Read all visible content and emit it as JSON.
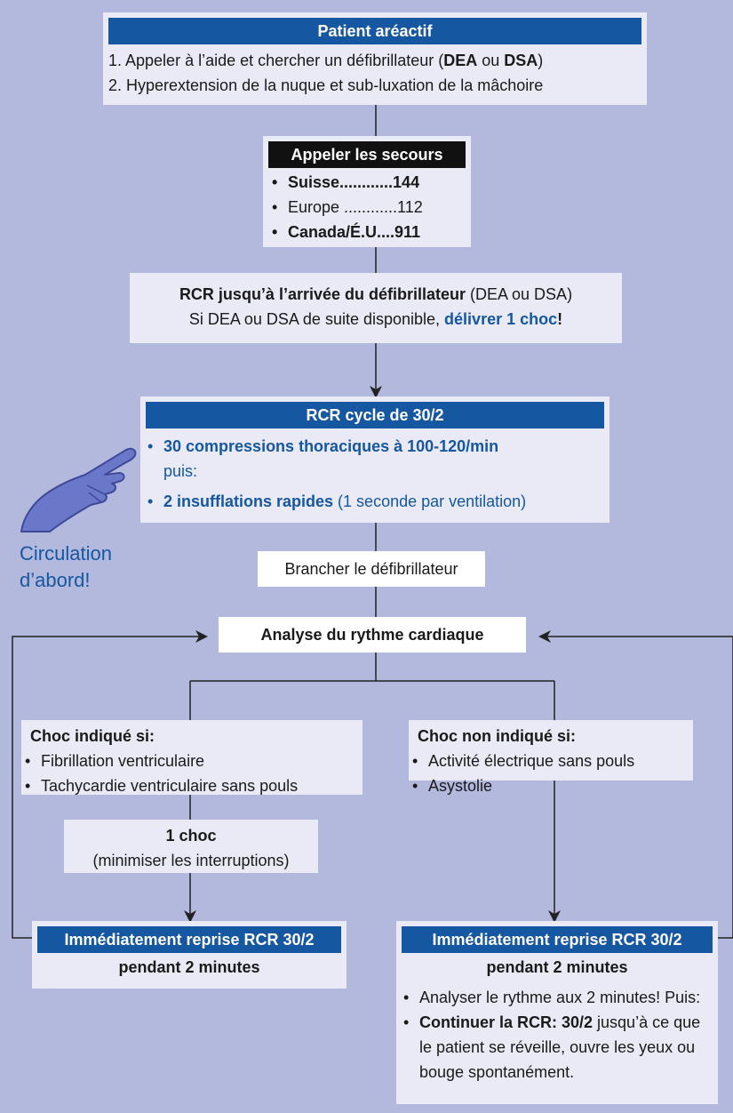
{
  "patient": {
    "title": "Patient aréactif",
    "step1_pre": "1. Appeler à l’aide et chercher un défibrillateur (",
    "step1_b1": "DEA",
    "step1_mid": " ou ",
    "step1_b2": "DSA",
    "step1_post": ")",
    "step2": "2. Hyperextension de la nuque et sub-luxation de la mâchoire"
  },
  "secours": {
    "title": "Appeler les secours",
    "items": [
      {
        "label": "Suisse............144",
        "bold": true
      },
      {
        "label": "Europe ............112",
        "bold": false
      },
      {
        "label": "Canada/É.U....911",
        "bold": true
      }
    ]
  },
  "rcr_until": {
    "line1_bold": "RCR jusqu’à l’arrivée du défibrillateur",
    "line1_rest": " (DEA ou DSA)",
    "line2_pre": "Si DEA ou DSA de suite disponible, ",
    "line2_blue": "délivrer 1 choc",
    "line2_post": "!"
  },
  "cycle": {
    "title": "RCR cycle de 30/2",
    "compressions": "30 compressions thoraciques à 100-120/min",
    "puis": "puis:",
    "insufflations_b": "2 insufflations rapides",
    "insufflations_rest": " (1 seconde par ventilation)"
  },
  "circulation": {
    "line1": "Circulation",
    "line2": "d’abord!"
  },
  "brancher": "Brancher le défibrillateur",
  "analyse": "Analyse du rythme cardiaque",
  "choc_indique": {
    "title": "Choc indiqué si:",
    "items": [
      "Fibrillation ventriculaire",
      "Tachycardie ventriculaire sans pouls"
    ]
  },
  "choc_non": {
    "title": "Choc non indiqué si:",
    "items": [
      "Activité électrique sans pouls",
      "Asystolie"
    ]
  },
  "un_choc": {
    "title": "1 choc",
    "sub": "(minimiser les interruptions)"
  },
  "reprise_left": {
    "title": "Immédiatement reprise RCR 30/2",
    "sub": "pendant 2 minutes"
  },
  "reprise_right": {
    "title": "Immédiatement reprise RCR 30/2",
    "sub": "pendant 2 minutes",
    "item1": "Analyser le rythme aux 2 minutes! Puis:",
    "item2_b": "Continuer la RCR: 30/2",
    "item2_rest": " jusqu’à ce que le patient se réveille, ouvre les yeux ou bouge spontanément."
  },
  "colors": {
    "background": "#b3b8dd",
    "box": "#e9eaf5",
    "accent_blue": "#1557a0",
    "black_header": "#111111"
  }
}
